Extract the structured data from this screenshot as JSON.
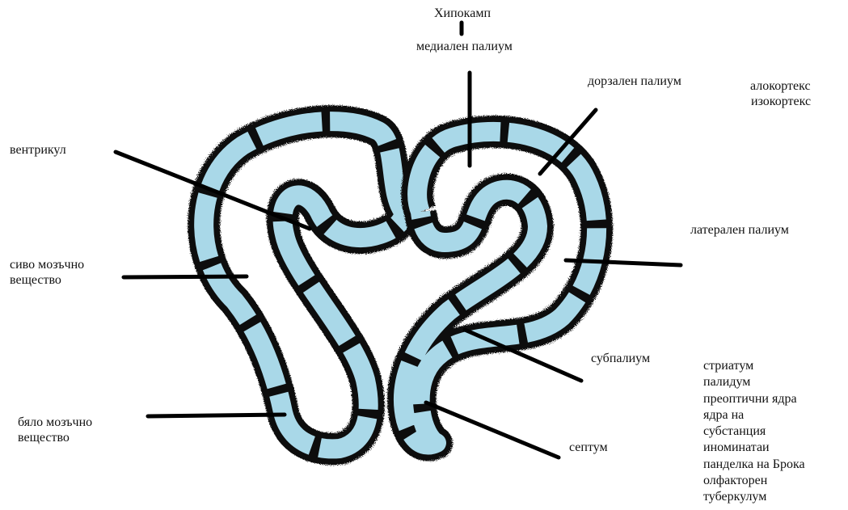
{
  "labels": {
    "hippocampus": "Хипокамп",
    "medial_pallium": "медиален палиум",
    "dorsal_pallium": "дорзален палиум",
    "allocortex": "алокортекс",
    "isocortex": "изокортекс",
    "ventricle": "вентрикул",
    "lateral_pallium": "латерален палиум",
    "gray_matter_1": "сиво мозъчно",
    "gray_matter_2": "вещество",
    "subpallium": "субпалиум",
    "white_matter_1": "бяло мозъчно",
    "white_matter_2": "вещество",
    "septum": "септум"
  },
  "subpallium_list": [
    "стриатум",
    "палидум",
    "преоптични ядра",
    "ядра на",
    "субстанция",
    "иноминатаи",
    "панделка на Брока",
    "олфакторен",
    "туберкулум"
  ],
  "colors": {
    "wall_outline": "#111111",
    "gray_matter_fill": "#a9d8e8",
    "background": "#ffffff",
    "pointer_lines": "#000000"
  }
}
